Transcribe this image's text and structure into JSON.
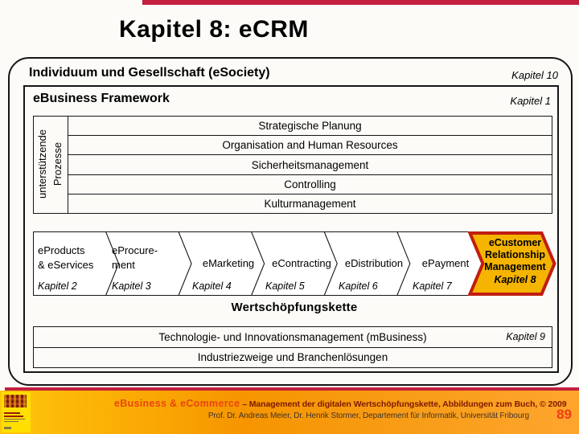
{
  "slide": {
    "title": "Kapitel 8: eCRM"
  },
  "diagram": {
    "esociety_label": "Individuum und Gesellschaft (eSociety)",
    "esociety_chapter": "Kapitel 10",
    "framework_label": "eBusiness Framework",
    "framework_chapter": "Kapitel 1",
    "support_processes": {
      "side_label": [
        "unterstützende",
        "Prozesse"
      ],
      "rows": [
        "Strategische Planung",
        "Organisation and Human Resources",
        "Sicherheitsmanagement",
        "Controlling",
        "Kulturmanagement"
      ]
    },
    "value_chain": {
      "caption": "Wertschöpfungskette",
      "segments": [
        {
          "lines": [
            "eProducts",
            "& eServices"
          ],
          "chapter": "Kapitel 2"
        },
        {
          "lines": [
            "eProcure-",
            "ment"
          ],
          "chapter": "Kapitel 3"
        },
        {
          "lines": [
            "eMarketing"
          ],
          "chapter": "Kapitel 4"
        },
        {
          "lines": [
            "eContracting"
          ],
          "chapter": "Kapitel 5"
        },
        {
          "lines": [
            "eDistribution"
          ],
          "chapter": "Kapitel 6"
        },
        {
          "lines": [
            "ePayment"
          ],
          "chapter": "Kapitel 7"
        },
        {
          "lines": [
            "eCustomer",
            "Relationship",
            "Management"
          ],
          "chapter": "Kapitel 8",
          "highlighted": true
        }
      ]
    },
    "mbusiness_label": "Technologie- und Innovationsmanagement (mBusiness)",
    "mbusiness_chapter": "Kapitel 9",
    "industries_label": "Industriezweige und Branchenlösungen"
  },
  "footer": {
    "brand": "eBusiness & eCommerce",
    "subtitle": " – Management der digitalen Wertschöpfungskette, Abbildungen zum Buch, © 2009",
    "authors": "Prof. Dr. Andreas Meier, Dr. Henrik Stormer, Departement für Informatik, Universität Fribourg",
    "page_number": "89"
  },
  "colors": {
    "accent_red": "#C2203E",
    "highlight_gold": "#F5B400",
    "highlight_border": "#C01D10",
    "footer_orange": "#F69500"
  }
}
